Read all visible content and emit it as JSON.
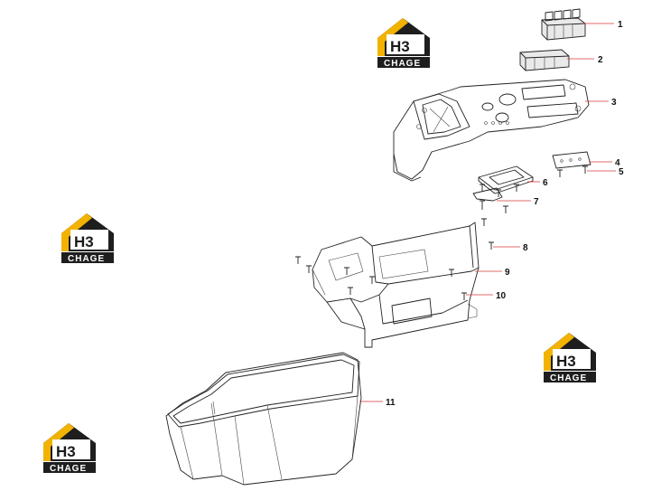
{
  "watermark": {
    "mark": "H3",
    "text": "CHAGE",
    "accent": "#f2b200",
    "dark": "#1e1e1e"
  },
  "callouts": [
    "1",
    "2",
    "3",
    "4",
    "5",
    "6",
    "7",
    "8",
    "9",
    "10",
    "11"
  ]
}
